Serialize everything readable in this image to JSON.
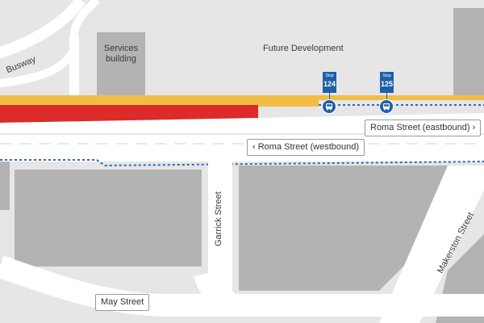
{
  "map": {
    "labels": {
      "busway": "Busway",
      "services_building": "Services building",
      "future_development": "Future Development",
      "roma_eastbound": "Roma Street (eastbound) ›",
      "roma_westbound": "‹ Roma Street (westbound)",
      "garrick_street": "Garrick Street",
      "may_street": "May Street",
      "makerston_street": "Makerston Street"
    },
    "stops": [
      {
        "word": "Stop",
        "number": "124",
        "icon": "bus-icon"
      },
      {
        "word": "Stop",
        "number": "125",
        "icon": "bus-icon"
      }
    ],
    "colors": {
      "background": "#e6e6e6",
      "building": "#b3b3b3",
      "road": "#ffffff",
      "busway_yellow": "#f2bc45",
      "busway_red": "#dd2a2a",
      "stop_blue": "#1f5fa8",
      "route_dotted": "#2a6db5"
    }
  }
}
